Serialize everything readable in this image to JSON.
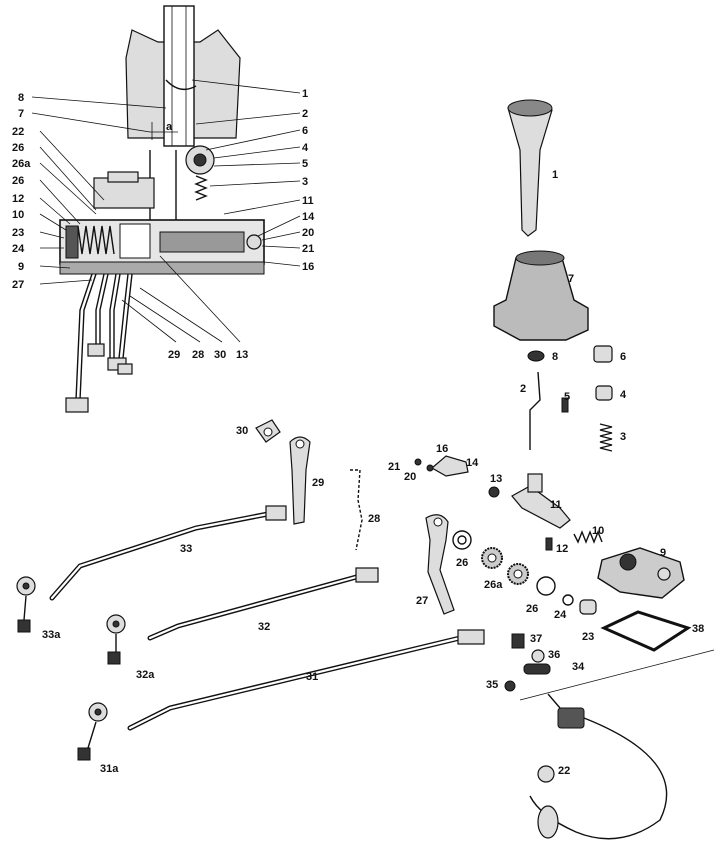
{
  "labels": {
    "c1": "1",
    "c2": "2",
    "c3": "3",
    "c4": "4",
    "c5": "5",
    "c6": "6",
    "c7": "7",
    "c8": "8",
    "c9": "9",
    "c10": "10",
    "c11": "11",
    "c12": "12",
    "c13": "13",
    "c14": "14",
    "c16": "16",
    "c20": "20",
    "c21": "21",
    "c22": "22",
    "c23": "23",
    "c24": "24",
    "c26": "26",
    "c26a": "26a",
    "c26b": "26",
    "c27": "27",
    "c28": "28",
    "c29": "29",
    "c30": "30",
    "ca": "a",
    "e1": "1",
    "e2": "2",
    "e3": "3",
    "e4": "4",
    "e5": "5",
    "e6": "6",
    "e7": "7",
    "e8": "8",
    "e9": "9",
    "e10": "10",
    "e11": "11",
    "e12": "12",
    "e13": "13",
    "e14": "14",
    "e16": "16",
    "e20": "20",
    "e21": "21",
    "e22": "22",
    "e23": "23",
    "e24": "24",
    "e26": "26",
    "e26a": "26a",
    "e26b": "26",
    "e27": "27",
    "e28": "28",
    "e29": "29",
    "e30": "30",
    "e31": "31",
    "e31a": "31a",
    "e32": "32",
    "e32a": "32a",
    "e33": "33",
    "e33a": "33a",
    "e34": "34",
    "e35": "35",
    "e36": "36",
    "e37": "37",
    "e38": "38"
  }
}
